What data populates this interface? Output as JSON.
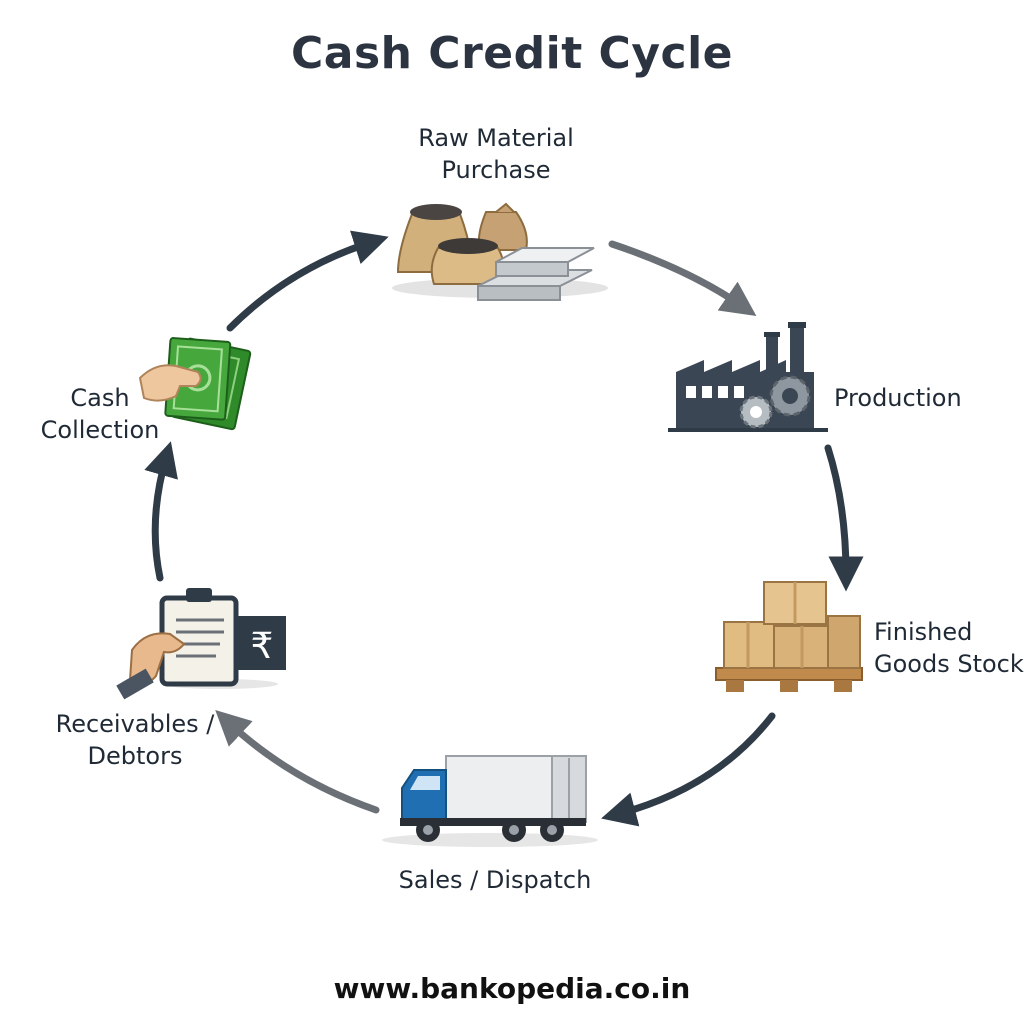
{
  "title": "Cash Credit Cycle",
  "stages": {
    "raw_material": {
      "line1": "Raw Material",
      "line2": "Purchase",
      "icon": "raw-material-sacks-icon"
    },
    "production": {
      "line1": "Production",
      "icon": "factory-icon"
    },
    "finished_goods": {
      "line1": "Finished",
      "line2": "Goods Stock",
      "icon": "boxes-pallet-icon"
    },
    "sales": {
      "line1": "Sales / Dispatch",
      "icon": "truck-icon"
    },
    "receivables": {
      "line1": "Receivables /",
      "line2": "Debtors",
      "icon": "clipboard-rupee-icon"
    },
    "cash": {
      "line1": "Cash",
      "line2": "Collection",
      "icon": "cash-hand-icon"
    }
  },
  "rupee_symbol": "₹",
  "footer": "www.bankopedia.co.in",
  "colors": {
    "arrow_dark": "#2f3b47",
    "arrow_grey": "#6b7077",
    "cash_green": "#3f9a36",
    "truck_blue": "#1f6fb2",
    "box_tan": "#d9b27a"
  }
}
